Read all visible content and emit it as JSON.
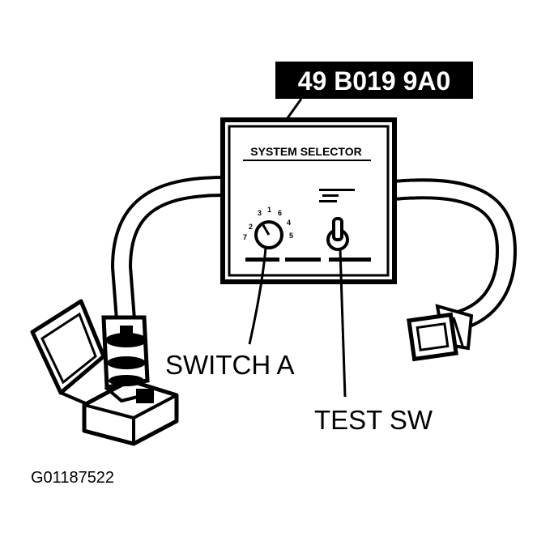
{
  "part_number": "49 B019 9A0",
  "panel": {
    "title": "SYSTEM SELECTOR",
    "dial_positions": [
      "2",
      "3",
      "1",
      "6",
      "4",
      "5",
      "7"
    ]
  },
  "callouts": {
    "switch_a": "SWITCH A",
    "test_sw": "TEST SW"
  },
  "figure_id": "G01187522",
  "colors": {
    "ink": "#000000",
    "paper": "#ffffff"
  }
}
